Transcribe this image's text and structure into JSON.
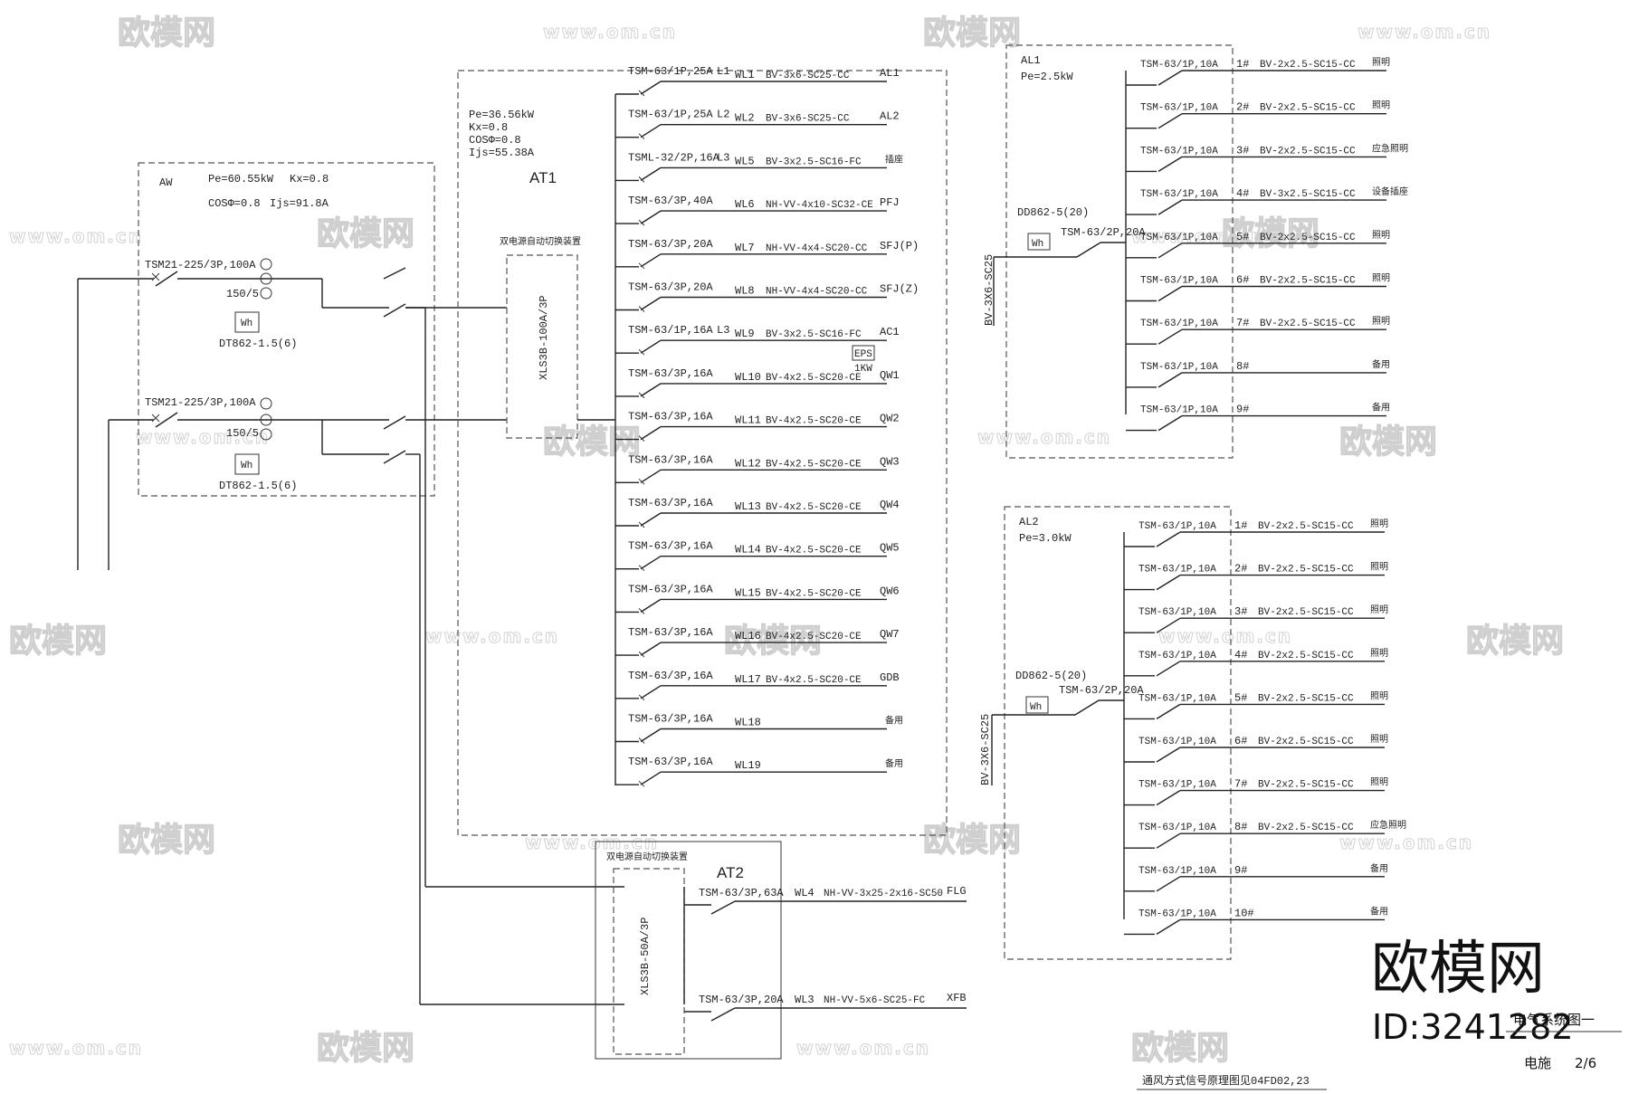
{
  "watermarks": {
    "brand": "欧模网",
    "url": "www.om.cn"
  },
  "aw": {
    "name": "AW",
    "pe": "Pe=60.55kW",
    "kx": "Kx=0.8",
    "cos": "COSΦ=0.8",
    "ijs": "Ijs=91.8A",
    "breaker1": "TSM21-225/3P,100A",
    "ct1": "150/5",
    "meter1": "DT862-1.5(6)",
    "breaker2": "TSM21-225/3P,100A",
    "ct2": "150/5",
    "meter2": "DT862-1.5(6)",
    "meter_label": "Wh"
  },
  "at1": {
    "name": "AT1",
    "pe": "Pe=36.56kW",
    "kx": "Kx=0.8",
    "cos": "COSΦ=0.8",
    "ijs": "Ijs=55.38A",
    "ats_title": "双电源自动切换装置",
    "ats_model": "XLS3B-100A/3P",
    "eps_label": "EPS",
    "eps_power": "1KW",
    "circuits": [
      {
        "breaker": "TSM-63/1P,25A",
        "phase": "L1",
        "wl": "WL1",
        "cable": "BV-3x6-SC25-CC",
        "load": "AL1"
      },
      {
        "breaker": "TSM-63/1P,25A",
        "phase": "L2",
        "wl": "WL2",
        "cable": "BV-3x6-SC25-CC",
        "load": "AL2"
      },
      {
        "breaker": "TSML-32/2P,16A",
        "phase": "L3",
        "wl": "WL5",
        "cable": "BV-3x2.5-SC16-FC",
        "load": "插座"
      },
      {
        "breaker": "TSM-63/3P,40A",
        "phase": "",
        "wl": "WL6",
        "cable": "NH-VV-4x10-SC32-CE",
        "load": "PFJ"
      },
      {
        "breaker": "TSM-63/3P,20A",
        "phase": "",
        "wl": "WL7",
        "cable": "NH-VV-4x4-SC20-CC",
        "load": "SFJ(P)"
      },
      {
        "breaker": "TSM-63/3P,20A",
        "phase": "",
        "wl": "WL8",
        "cable": "NH-VV-4x4-SC20-CC",
        "load": "SFJ(Z)"
      },
      {
        "breaker": "TSM-63/1P,16A",
        "phase": "L3",
        "wl": "WL9",
        "cable": "BV-3x2.5-SC16-FC",
        "load": "AC1"
      },
      {
        "breaker": "TSM-63/3P,16A",
        "phase": "",
        "wl": "WL10",
        "cable": "BV-4x2.5-SC20-CE",
        "load": "QW1"
      },
      {
        "breaker": "TSM-63/3P,16A",
        "phase": "",
        "wl": "WL11",
        "cable": "BV-4x2.5-SC20-CE",
        "load": "QW2"
      },
      {
        "breaker": "TSM-63/3P,16A",
        "phase": "",
        "wl": "WL12",
        "cable": "BV-4x2.5-SC20-CE",
        "load": "QW3"
      },
      {
        "breaker": "TSM-63/3P,16A",
        "phase": "",
        "wl": "WL13",
        "cable": "BV-4x2.5-SC20-CE",
        "load": "QW4"
      },
      {
        "breaker": "TSM-63/3P,16A",
        "phase": "",
        "wl": "WL14",
        "cable": "BV-4x2.5-SC20-CE",
        "load": "QW5"
      },
      {
        "breaker": "TSM-63/3P,16A",
        "phase": "",
        "wl": "WL15",
        "cable": "BV-4x2.5-SC20-CE",
        "load": "QW6"
      },
      {
        "breaker": "TSM-63/3P,16A",
        "phase": "",
        "wl": "WL16",
        "cable": "BV-4x2.5-SC20-CE",
        "load": "QW7"
      },
      {
        "breaker": "TSM-63/3P,16A",
        "phase": "",
        "wl": "WL17",
        "cable": "BV-4x2.5-SC20-CE",
        "load": "GDB"
      },
      {
        "breaker": "TSM-63/3P,16A",
        "phase": "",
        "wl": "WL18",
        "cable": "",
        "load": "备用"
      },
      {
        "breaker": "TSM-63/3P,16A",
        "phase": "",
        "wl": "WL19",
        "cable": "",
        "load": "备用"
      }
    ]
  },
  "at2": {
    "name": "AT2",
    "ats_title": "双电源自动切换装置",
    "ats_model": "XLS3B-50A/3P",
    "circuits": [
      {
        "breaker": "TSM-63/3P,63A",
        "wl": "WL4",
        "cable": "NH-VV-3x25-2x16-SC50",
        "load": "FLG"
      },
      {
        "breaker": "TSM-63/3P,20A",
        "wl": "WL3",
        "cable": "NH-VV-5x6-SC25-FC",
        "load": "XFB"
      }
    ]
  },
  "al1": {
    "name": "AL1",
    "pe": "Pe=2.5kW",
    "meter": "DD862-5(20)",
    "meter_label": "Wh",
    "main_breaker": "TSM-63/2P,20A",
    "feed_cable": "BV-3X6-SC25",
    "circuits": [
      {
        "breaker": "TSM-63/1P,10A",
        "no": "1#",
        "cable": "BV-2x2.5-SC15-CC",
        "use": "照明"
      },
      {
        "breaker": "TSM-63/1P,10A",
        "no": "2#",
        "cable": "BV-2x2.5-SC15-CC",
        "use": "照明"
      },
      {
        "breaker": "TSM-63/1P,10A",
        "no": "3#",
        "cable": "BV-2x2.5-SC15-CC",
        "use": "应急照明"
      },
      {
        "breaker": "TSM-63/1P,10A",
        "no": "4#",
        "cable": "BV-3x2.5-SC15-CC",
        "use": "设备插座"
      },
      {
        "breaker": "TSM-63/1P,10A",
        "no": "5#",
        "cable": "BV-2x2.5-SC15-CC",
        "use": "照明"
      },
      {
        "breaker": "TSM-63/1P,10A",
        "no": "6#",
        "cable": "BV-2x2.5-SC15-CC",
        "use": "照明"
      },
      {
        "breaker": "TSM-63/1P,10A",
        "no": "7#",
        "cable": "BV-2x2.5-SC15-CC",
        "use": "照明"
      },
      {
        "breaker": "TSM-63/1P,10A",
        "no": "8#",
        "cable": "",
        "use": "备用"
      },
      {
        "breaker": "TSM-63/1P,10A",
        "no": "9#",
        "cable": "",
        "use": "备用"
      }
    ]
  },
  "al2": {
    "name": "AL2",
    "pe": "Pe=3.0kW",
    "meter": "DD862-5(20)",
    "meter_label": "Wh",
    "main_breaker": "TSM-63/2P,20A",
    "feed_cable": "BV-3X6-SC25",
    "circuits": [
      {
        "breaker": "TSM-63/1P,10A",
        "no": "1#",
        "cable": "BV-2x2.5-SC15-CC",
        "use": "照明"
      },
      {
        "breaker": "TSM-63/1P,10A",
        "no": "2#",
        "cable": "BV-2x2.5-SC15-CC",
        "use": "照明"
      },
      {
        "breaker": "TSM-63/1P,10A",
        "no": "3#",
        "cable": "BV-2x2.5-SC15-CC",
        "use": "照明"
      },
      {
        "breaker": "TSM-63/1P,10A",
        "no": "4#",
        "cable": "BV-2x2.5-SC15-CC",
        "use": "照明"
      },
      {
        "breaker": "TSM-63/1P,10A",
        "no": "5#",
        "cable": "BV-2x2.5-SC15-CC",
        "use": "照明"
      },
      {
        "breaker": "TSM-63/1P,10A",
        "no": "6#",
        "cable": "BV-2x2.5-SC15-CC",
        "use": "照明"
      },
      {
        "breaker": "TSM-63/1P,10A",
        "no": "7#",
        "cable": "BV-2x2.5-SC15-CC",
        "use": "照明"
      },
      {
        "breaker": "TSM-63/1P,10A",
        "no": "8#",
        "cable": "BV-2x2.5-SC15-CC",
        "use": "应急照明"
      },
      {
        "breaker": "TSM-63/1P,10A",
        "no": "9#",
        "cable": "",
        "use": "备用"
      },
      {
        "breaker": "TSM-63/1P,10A",
        "no": "10#",
        "cable": "",
        "use": "备用"
      }
    ]
  },
  "footer": {
    "ref": "通风方式信号原理图见04FD02,23",
    "sheet_title": "电气系统图一",
    "sheet_sub": "电施",
    "sheet_no": "2/6",
    "brand": "欧模网",
    "brand_id": "ID:3241282"
  }
}
